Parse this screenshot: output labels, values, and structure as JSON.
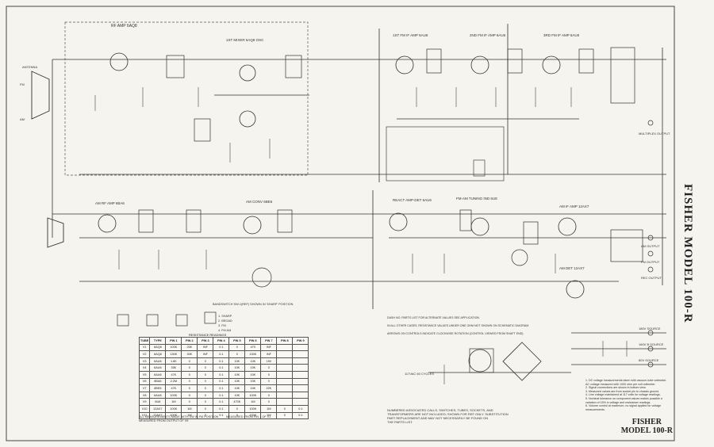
{
  "title": {
    "brand": "FISHER",
    "model": "MODEL 100-R"
  },
  "stage_labels": [
    "RF AMP 6AQ8",
    "1ST MIXER 6AQ8 OSC",
    "1ST FM IF AMP 6AU6",
    "2ND FM IF AMP 6AU6",
    "3RD FM IF AMP 6AU6",
    "AM RF AMP 6BA6",
    "AM CONV 6BE6",
    "REACT AMP-DET 6AU6",
    "FM-AM TUNING IND 6U8",
    "AM IF AMP 12AX7",
    "AM DET 12AX7"
  ],
  "io_labels": [
    "ANTENNA",
    "FM",
    "AM",
    "MULTIPLEX OUTPUT",
    "AM OUTPUT",
    "FM OUTPUT",
    "REC OUTPUT",
    "180V SOURCE",
    "160V B SOURCE",
    "80V SOURCE",
    "117VAC 60 CYCLES"
  ],
  "switch_labels": {
    "title": "BANDSWITCH SW-1(REF) SHOWN IN 'SHARP' POSITION",
    "positions": [
      "1. SHARP",
      "2. BROAD",
      "3. FM",
      "4. FM AM"
    ]
  },
  "resistance_table": {
    "title": "RESISTANCE READINGS",
    "headers": [
      "TUBE",
      "TYPE",
      "PIN 1",
      "PIN 2",
      "PIN 3",
      "PIN 4",
      "PIN 5",
      "PIN 6",
      "PIN 7",
      "PIN 8",
      "PIN 9"
    ],
    "rows": [
      [
        "V1",
        "6AQ8",
        "100K",
        "20K",
        "INF",
        "0.1",
        "0",
        "470",
        "INF",
        "",
        ""
      ],
      [
        "V2",
        "6AQ8",
        "130K",
        "30K",
        "INF",
        "0.1",
        "0",
        "130K",
        "INF",
        "",
        ""
      ],
      [
        "V3",
        "6AU6",
        "1.8K",
        "0",
        "0",
        "0.1",
        "10K",
        "10K",
        "150",
        "",
        ""
      ],
      [
        "V4",
        "6AU6",
        "33K",
        "0",
        "0",
        "0.1",
        "10K",
        "10K",
        "0",
        "",
        ""
      ],
      [
        "V5",
        "6AU6",
        "47K",
        "0",
        "0",
        "0.1",
        "10K",
        "10K",
        "0",
        "",
        ""
      ],
      [
        "V6",
        "6BA6",
        "2.2M",
        "0",
        "0",
        "0.1",
        "10K",
        "10K",
        "0",
        "",
        ""
      ],
      [
        "V7",
        "6BE6",
        "47K",
        "0",
        "0",
        "0.1",
        "10K",
        "10K",
        "22K",
        "",
        ""
      ],
      [
        "V8",
        "6AU6",
        "100K",
        "0",
        "0",
        "0.1",
        "10K",
        "100K",
        "0",
        "",
        ""
      ],
      [
        "V9",
        "6U8",
        "1M",
        "0",
        "0",
        "0.1",
        "470K",
        "1M",
        "0",
        "",
        ""
      ],
      [
        "V10",
        "12AX7",
        "100K",
        "1M",
        "0",
        "0.1",
        "0",
        "100K",
        "1M",
        "0",
        "0.1"
      ],
      [
        "V11",
        "12AX7",
        "100K",
        "1M",
        "0",
        "0.1",
        "0",
        "100K",
        "1M",
        "0",
        "0.1"
      ]
    ]
  },
  "table_notes": [
    "ALL MEASUREMENTS MADE WITH SW IN FM POSITION",
    "MEASURED FROM OUTPUT OF V5",
    "MEASURED FROM PIN 1 OF V1"
  ],
  "notes": [
    "1. DC voltage measurements taken with vacuum-tube voltmeter.",
    "   AC voltage measured with 1000 ohm per volt voltmeter.",
    "2. Signal connections are shown in bottom view.",
    "3. Measured values are from socket pin to chassis ground.",
    "4. Line voltage maintained at 117 volts for voltage readings.",
    "5. Nominal tolerance on component values makes possible a",
    "   variation of 15% in voltage and resistance readings.",
    "6. Volume control at maximum, no signal applied for voltage",
    "   measurements."
  ],
  "left_notes": [
    "NUMBERED ASSOCIATED CALLS, SWITCHES, TUBES, SOCKETS, AND",
    "TRANSFORMERS ARE NOT INCLUDED; SHOWN FOR REF ONLY. SUBSTITUTION",
    "PART REPLACEMENT AND MAY NOT NECESSARILY BE FOUND ON",
    "THE PARTS LIST."
  ],
  "misc_notes": [
    "DASH NO. PARTS LIST FOR ALTERNATE VALUES SEE APPLICATION",
    "IN ALL OTHER CASES, RESISTANCE VALUES UNDER ONE OHM NOT SHOWN ON SCHEMATIC DIAGRAM",
    "ARROWS ON CONTROLS INDICATE CLOCKWISE ROTATION (CONTROL VIEWED FROM SHAFT END)"
  ],
  "colors": {
    "paper": "#f6f4ef",
    "ink": "#2a2a2a"
  }
}
